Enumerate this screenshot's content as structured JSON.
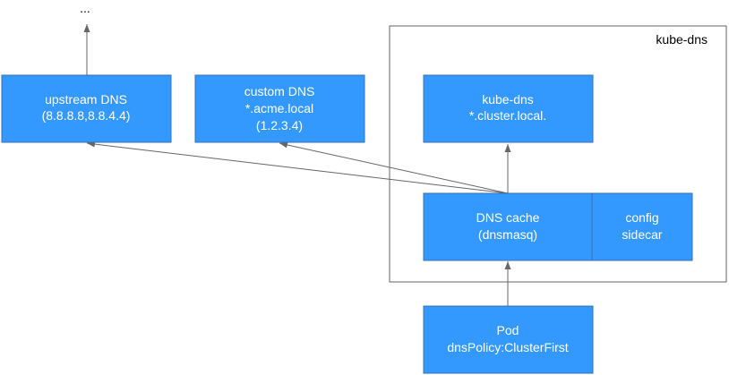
{
  "colors": {
    "box_fill": "#3399ff",
    "box_stroke": "#3a6fb0",
    "edge": "#666666",
    "text_on_box": "#ffffff",
    "container_border": "#666666"
  },
  "diagram": {
    "ellipsis": "...",
    "container": {
      "label": "kube-dns"
    },
    "nodes": {
      "upstream_dns": {
        "line1": "upstream DNS",
        "line2": "(8.8.8.8,8.8.4.4)"
      },
      "custom_dns": {
        "line1": "custom DNS",
        "line2": "*.acme.local",
        "line3": "(1.2.3.4)"
      },
      "kube_dns": {
        "line1": "kube-dns",
        "line2": "*.cluster.local."
      },
      "dns_cache": {
        "line1": "DNS cache",
        "line2": "(dnsmasq)"
      },
      "config_sidecar": {
        "line1": "config",
        "line2": "sidecar"
      },
      "pod": {
        "line1": "Pod",
        "line2": "dnsPolicy:ClusterFirst"
      }
    },
    "edges": [
      {
        "from": "pod",
        "to": "dns_cache"
      },
      {
        "from": "dns_cache",
        "to": "kube_dns"
      },
      {
        "from": "dns_cache",
        "to": "upstream_dns"
      },
      {
        "from": "dns_cache",
        "to": "custom_dns"
      },
      {
        "from": "upstream_dns",
        "to": "ellipsis"
      }
    ]
  }
}
